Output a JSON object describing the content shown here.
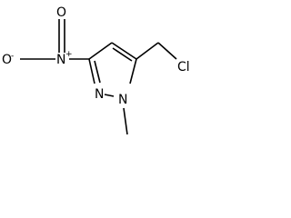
{
  "molecule": {
    "atoms": {
      "nitro_o_minus": {
        "symbol": "O",
        "charge": "-"
      },
      "nitro_o": {
        "symbol": "O"
      },
      "nitro_n": {
        "symbol": "N",
        "charge": "+"
      },
      "ring_n2": {
        "symbol": "N"
      },
      "ring_n1": {
        "symbol": "N"
      },
      "chlorine": {
        "symbol": "Cl"
      }
    }
  }
}
